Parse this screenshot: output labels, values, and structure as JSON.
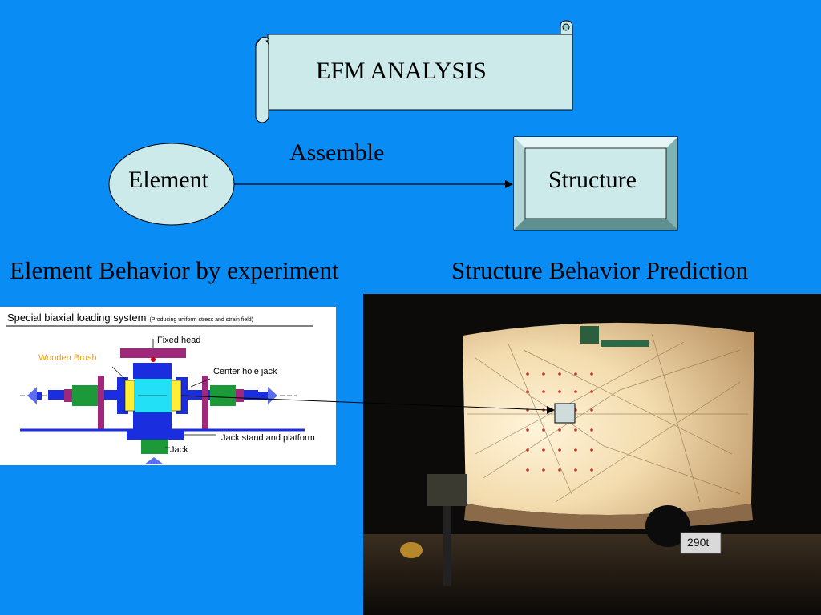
{
  "slide": {
    "background": "#0a8cf5",
    "title": "EFM ANALYSIS",
    "element_label": "Element",
    "structure_label": "Structure",
    "arrow_label": "Assemble",
    "left_caption": "Element Behavior by experiment",
    "right_caption": "Structure Behavior Prediction"
  },
  "figure": {
    "title": "Special biaxial loading system",
    "subtitle": "(Producing uniform stress and strain field)",
    "labels": {
      "fixed_head": "Fixed head",
      "wooden_brush": "Wooden Brush",
      "center_hole_jack": "Center hole jack",
      "jack_stand": "Jack stand and platform",
      "jack": "Jack"
    }
  },
  "photo": {
    "load_tag": "290t"
  },
  "colors": {
    "shape_fill": "#cceaea",
    "shape_fill_dark": "#7fb3b3",
    "figure_blue": "#1a2ee0",
    "figure_cyan": "#22e0f5",
    "figure_yellow": "#ffee33",
    "figure_green": "#1c9a3a",
    "figure_purple": "#a0287a",
    "wooden_brush_color": "#f0a000"
  }
}
